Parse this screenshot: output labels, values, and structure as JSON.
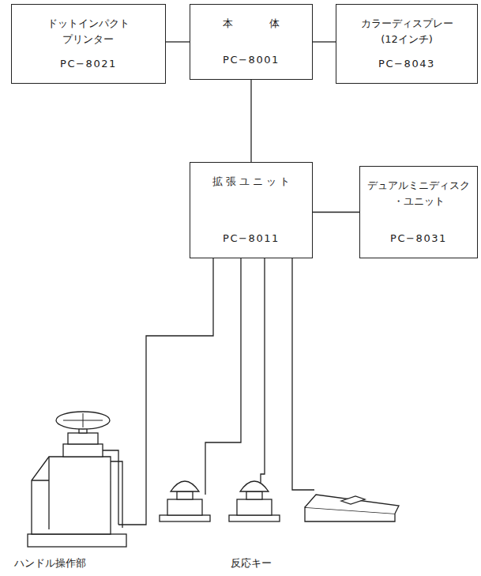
{
  "diagram": {
    "nodes": [
      {
        "text": [
          "ドットインパクト プリンター",
          "PC−8021"
        ]
      },
      {
        "text": [
          "本 体",
          "PC−8001"
        ]
      },
      {
        "text": [
          "カラーディスプレー (12インチ)",
          "PC−8043"
        ]
      },
      {
        "text": [
          "拡 張 ユ ニ ッ ト",
          "PC−8011"
        ]
      },
      {
        "text": [
          "デュアルミニディスク ・ユニット",
          "PC−8031"
        ]
      }
    ],
    "edges": [
      {
        "from": 0,
        "to": 1,
        "arrow": "none"
      },
      {
        "from": 1,
        "to": 2,
        "arrow": "none"
      },
      {
        "from": 1,
        "to": 3,
        "arrow": "none"
      },
      {
        "from": 3,
        "to": 4,
        "arrow": "none"
      }
    ],
    "labels": [
      "ハンドル操作部",
      "反応キー"
    ]
  }
}
